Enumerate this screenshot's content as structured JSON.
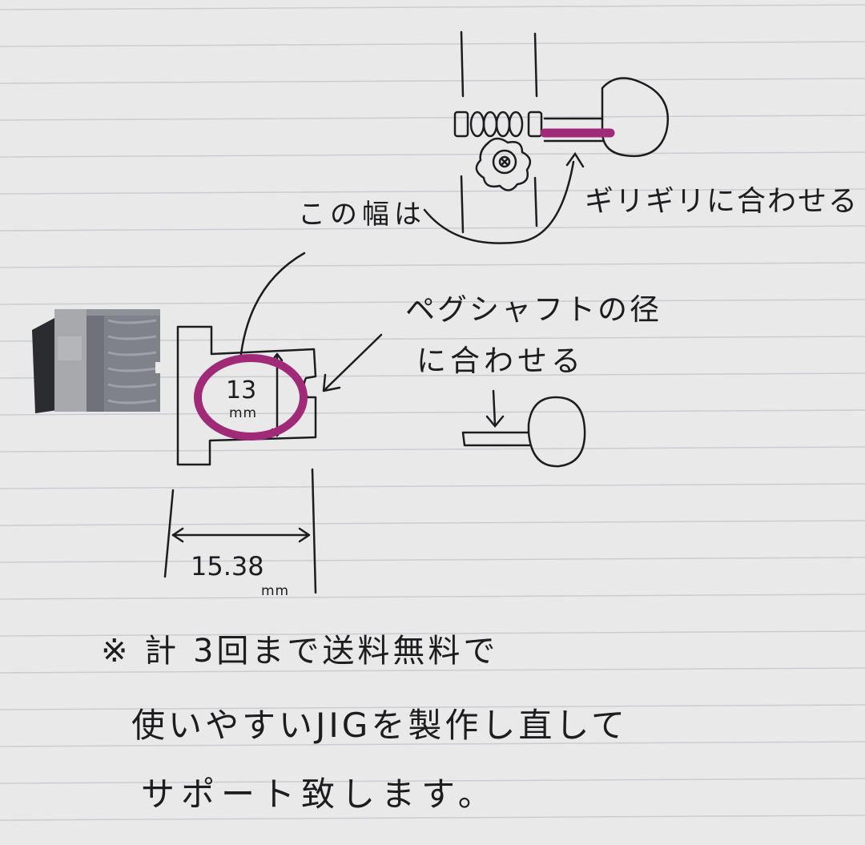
{
  "annotations": {
    "width_label": "この幅は",
    "fit_tight": "ギリギリに合わせる",
    "peg_shaft_line1": "ペグシャフトの径",
    "peg_shaft_line2": "に合わせる",
    "dim_13_value": "13",
    "dim_13_unit": "mm",
    "dim_1538_value": "15.38",
    "dim_1538_unit": "mm"
  },
  "note": {
    "line1": "※ 計 3回まで送料無料で",
    "line2": "使いやすいJIGを製作し直して",
    "line3": "サポート致します。"
  },
  "colors": {
    "paper": "#e9e9ea",
    "rule_line": "#c9ccd2",
    "ink": "#1d1d1f",
    "magenta_marker": "#a02a78",
    "metal_part": "#8d9096"
  }
}
